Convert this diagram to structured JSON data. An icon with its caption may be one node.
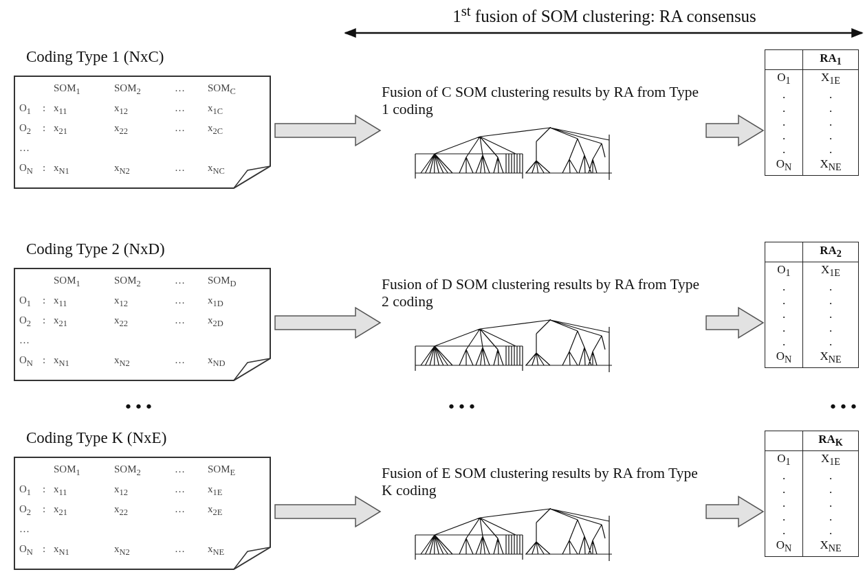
{
  "diagram": {
    "title": "1$^{st}$ fusion of SOM clustering: RA consensus",
    "nodes": [
      {
        "text": [
          "Coding Type 1 (NxC)",
          "SOM$_{1}$ SOM$_{2}$ … SOM$_{C}$",
          "O$_{1}$ : x$_{11}$ x$_{12}$ … x$_{1C}$",
          "O$_{2}$ : x$_{21}$ x$_{22}$ … x$_{2C}$",
          "…",
          "O$_{N}$ : x$_{N1}$ x$_{N2}$ … x$_{NC}$"
        ]
      },
      {
        "text": [
          "Fusion of C SOM clustering results by RA from Type 1 coding"
        ]
      },
      {
        "text": [
          "**RA$_{1}$**",
          "O$_{1}$",
          "X$_{1E}$",
          ".",
          ".",
          ".",
          ".",
          ".",
          ".",
          ".",
          ".",
          ".",
          ".",
          "O$_{N}$",
          "X$_{NE}$"
        ]
      },
      {
        "text": [
          "Coding Type 2 (NxD)",
          "SOM$_{1}$ SOM$_{2}$ … SOM$_{D}$",
          "O$_{1}$ : x$_{11}$ x$_{12}$ … x$_{1D}$",
          "O$_{2}$ : x$_{21}$ x$_{22}$ … x$_{2D}$",
          "…",
          "O$_{N}$ : x$_{N1}$ x$_{N2}$ … x$_{ND}$"
        ]
      },
      {
        "text": [
          "Fusion of D SOM clustering results by RA from Type 2 coding"
        ]
      },
      {
        "text": [
          "**RA$_{2}$**",
          "O$_{1}$",
          "X$_{1E}$",
          ".",
          ".",
          ".",
          ".",
          ".",
          ".",
          ".",
          ".",
          ".",
          ".",
          "O$_{N}$",
          "X$_{NE}$"
        ]
      },
      {
        "text": [
          "Coding Type K (NxE)",
          "SOM$_{1}$ SOM$_{2}$ … SOM$_{E}$",
          "O$_{1}$ : x$_{11}$ x$_{12}$ … x$_{1E}$",
          "O$_{2}$ : x$_{21}$ x$_{22}$ … x$_{2E}$",
          "…",
          "O$_{N}$ : x$_{N1}$ x$_{N2}$ … x$_{NE}$"
        ]
      },
      {
        "text": [
          "Fusion of E SOM clustering results by RA from Type K coding"
        ]
      },
      {
        "text": [
          "**RA$_{K}$**",
          "O$_{1}$",
          "X$_{1E}$",
          ".",
          ".",
          ".",
          ".",
          ".",
          ".",
          ".",
          ".",
          ".",
          ".",
          "O$_{N}$",
          "X$_{NE}$"
        ]
      }
    ],
    "edges": [
      {
        "from": 0,
        "to": 1,
        "arrow": "to"
      },
      {
        "from": 1,
        "to": 2,
        "arrow": "to"
      },
      {
        "from": 3,
        "to": 4,
        "arrow": "to"
      },
      {
        "from": 4,
        "to": 5,
        "arrow": "to"
      },
      {
        "from": 6,
        "to": 7,
        "arrow": "to"
      },
      {
        "from": 7,
        "to": 8,
        "arrow": "to"
      }
    ],
    "labels": [
      "•••",
      "•••",
      "•••"
    ]
  }
}
